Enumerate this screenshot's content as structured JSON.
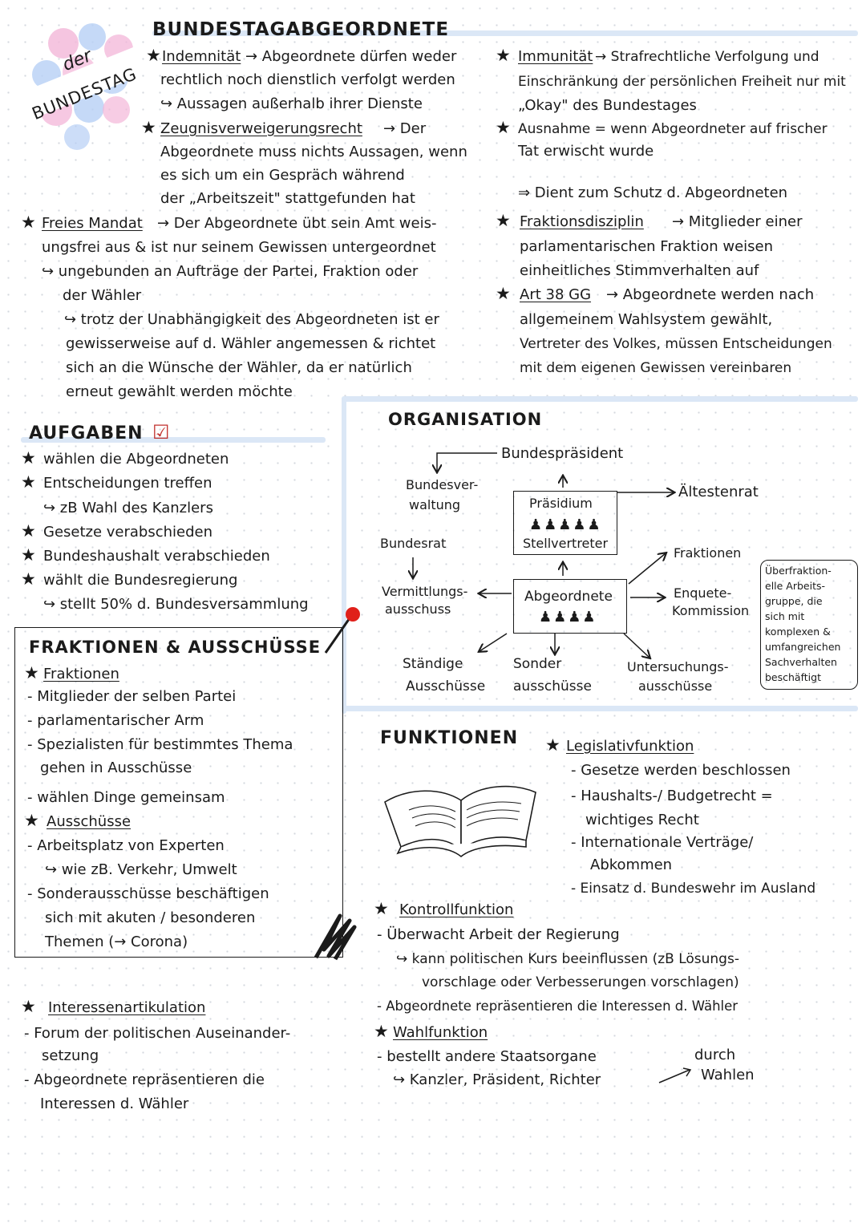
{
  "logo": {
    "line1": "der",
    "line2": "BUNDESTAG"
  },
  "title": "BUNDESTAGABGEORDNETE",
  "left_top": {
    "indemnitaet_label": "Indemnität",
    "indemnitaet_l1": "→ Abgeordnete dürfen weder",
    "indemnitaet_l2": "rechtlich noch dienstlich verfolgt werden",
    "indemnitaet_l3": "↪ Aussagen außerhalb ihrer Dienste",
    "zeugnis_label": "Zeugnisverweigerungsrecht",
    "zeugnis_l1": "→ Der",
    "zeugnis_l2": "Abgeordnete muss nichts Aussagen, wenn",
    "zeugnis_l3": "es sich um ein Gespräch während",
    "zeugnis_l4": "der „Arbeitszeit\" stattgefunden hat",
    "freies_label": "Freies Mandat",
    "freies_l1": "→ Der Abgeordnete übt sein Amt weis-",
    "freies_l2": "ungsfrei aus & ist nur seinem Gewissen untergeordnet",
    "freies_l3": "↪ ungebunden an Aufträge der Partei, Fraktion oder",
    "freies_l4": "der Wähler",
    "freies_l5": "↪ trotz der Unabhängigkeit des Abgeordneten ist er",
    "freies_l6": "gewisserweise auf d. Wähler angemessen & richtet",
    "freies_l7": "sich an die Wünsche der Wähler, da er natürlich",
    "freies_l8": "erneut gewählt werden möchte"
  },
  "right_top": {
    "immunitaet_label": "Immunität",
    "immunitaet_l1": "→ Strafrechtliche Verfolgung und",
    "immunitaet_l2": "Einschränkung der persönlichen Freiheit nur mit",
    "immunitaet_l3": "„Okay\" des Bundestages",
    "ausnahme_l1": "Ausnahme = wenn Abgeordneter auf frischer",
    "ausnahme_l2": "Tat erwischt wurde",
    "schutz": "⇒ Dient zum Schutz d. Abgeordneten",
    "fraktion_label": "Fraktionsdisziplin",
    "fraktion_l1": "→ Mitglieder einer",
    "fraktion_l2": "parlamentarischen Fraktion weisen",
    "fraktion_l3": "einheitliches Stimmverhalten auf",
    "art_label": "Art 38 GG",
    "art_l1": "→ Abgeordnete werden nach",
    "art_l2": "allgemeinem Wahlsystem gewählt,",
    "art_l3": "Vertreter des Volkes, müssen Entscheidungen",
    "art_l4": "mit dem eigenen Gewissen vereinbaren"
  },
  "aufgaben": {
    "heading": "AUFGABEN",
    "check": "☑",
    "items": [
      "wählen die Abgeordneten",
      "Entscheidungen treffen",
      "↪ zB Wahl des Kanzlers",
      "Gesetze verabschieden",
      "Bundeshaushalt verabschieden",
      "wählt die Bundesregierung",
      "↪ stellt 50% d. Bundesversammlung"
    ]
  },
  "organisation": {
    "heading": "ORGANISATION",
    "bundespraesident": "Bundespräsident",
    "bundesverwaltung_1": "Bundesver-",
    "bundesverwaltung_2": "waltung",
    "praesidium": "Präsidium",
    "praesidium_people": "♟♟♟♟♟",
    "stellvertreter": "Stellvertreter",
    "aeltestenrat": "Ältestenrat",
    "bundesrat": "Bundesrat",
    "fraktionen": "Fraktionen",
    "vermittlung_1": "Vermittlungs-",
    "vermittlung_2": "ausschuss",
    "abgeordnete": "Abgeordnete",
    "abgeordnete_people": "♟♟♟♟",
    "enquete_1": "Enquete-",
    "enquete_2": "Kommission",
    "note_lines": [
      "Überfraktion-",
      "elle Arbeits-",
      "gruppe, die",
      "sich mit",
      "komplexen &",
      "umfangreichen",
      "Sachverhalten",
      "beschäftigt"
    ],
    "staendige_1": "Ständige",
    "staendige_2": "Ausschüsse",
    "sonder_1": "Sonder",
    "sonder_2": "ausschüsse",
    "untersuchung_1": "Untersuchungs-",
    "untersuchung_2": "ausschüsse"
  },
  "fraktionen_box": {
    "heading": "FRAKTIONEN & AUSSCHÜSSE",
    "fraktionen_label": "Fraktionen",
    "f_items": [
      "- Mitglieder der selben Partei",
      "- parlamentarischer Arm",
      "- Spezialisten für bestimmtes Thema",
      "gehen in Ausschüsse",
      "- wählen Dinge gemeinsam"
    ],
    "ausschuesse_label": "Ausschüsse",
    "a_items": [
      "- Arbeitsplatz von Experten",
      "↪ wie zB. Verkehr, Umwelt",
      "- Sonderausschüsse beschäftigen",
      "sich mit akuten / besonderen",
      "Themen (→ Corona)"
    ]
  },
  "funktionen": {
    "heading": "FUNKTIONEN",
    "legislativ_label": "Legislativfunktion",
    "legislativ_items": [
      "- Gesetze werden beschlossen",
      "- Haushalts-/ Budgetrecht =",
      "wichtiges Recht",
      "- Internationale Verträge/",
      "Abkommen",
      "- Einsatz d. Bundeswehr im Ausland"
    ],
    "kontroll_label": "Kontrollfunktion",
    "kontroll_items": [
      "- Überwacht Arbeit der Regierung",
      "↪ kann politischen Kurs beeinflussen (zB Lösungs-",
      "vorschlage oder Verbesserungen vorschlagen)",
      "- Abgeordnete repräsentieren die Interessen d. Wähler"
    ],
    "wahl_label": "Wahlfunktion",
    "wahl_l1": "- bestellt andere Staatsorgane",
    "wahl_l2": "↪ Kanzler, Präsident, Richter",
    "wahl_side_1": "durch",
    "wahl_side_2": "Wahlen"
  },
  "interessen": {
    "label": "Interessenartikulation",
    "items": [
      "- Forum der politischen Auseinander-",
      "setzung",
      "- Abgeordnete repräsentieren die",
      "Interessen d. Wähler"
    ]
  },
  "colors": {
    "highlight": "#dbe7f6",
    "ink": "#1b1b1b",
    "pin": "#e0201a",
    "logo_pink": "#f3b6d8",
    "logo_blue": "#b6cff5"
  }
}
